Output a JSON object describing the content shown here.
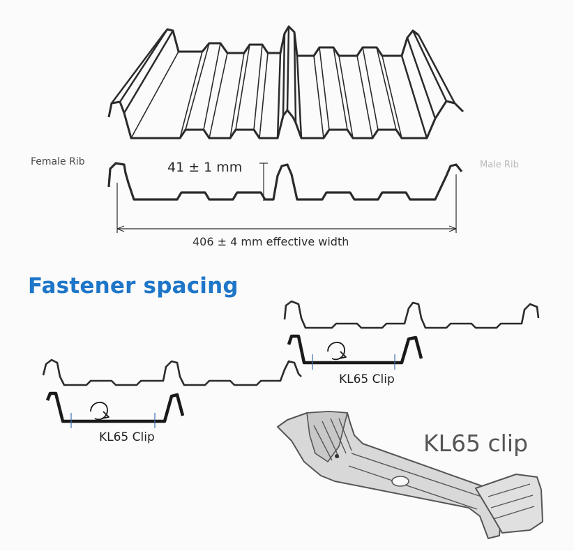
{
  "labels": {
    "female_rib": "Female Rib",
    "male_rib": "Male Rib",
    "rib_height": "41 ± 1 mm",
    "effective_width": "406 ± 4 mm effective width",
    "section_heading": "Fastener spacing",
    "clip_label_upper": "KL65 Clip",
    "clip_label_lower": "KL65 Clip",
    "clip_product_label": "KL65 clip"
  },
  "colors": {
    "heading": "#1e76c8",
    "line": "#2b2b2b",
    "background": "#fbfbfb"
  }
}
